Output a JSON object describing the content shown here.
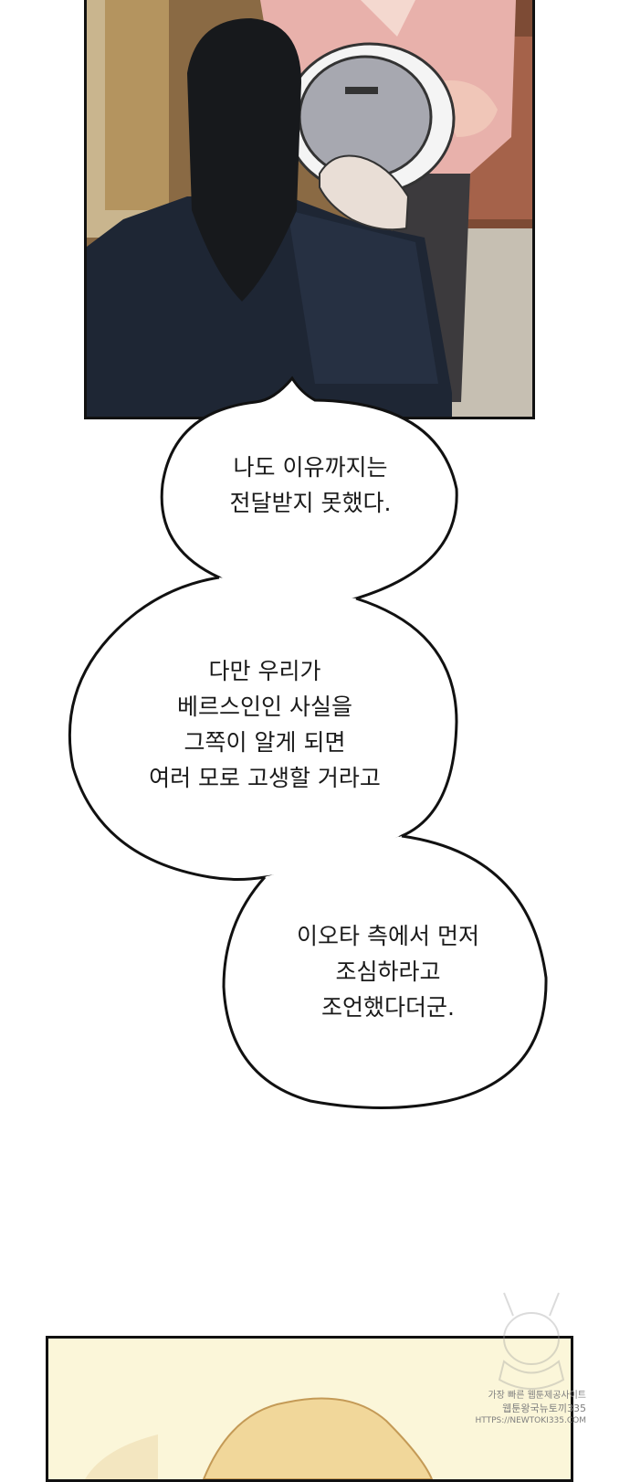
{
  "bubbles": [
    {
      "lines": [
        "나도 이유까지는",
        "전달받지 못했다."
      ]
    },
    {
      "lines": [
        "다만 우리가",
        "베르스인인 사실을",
        "그쪽이 알게 되면",
        "여러 모로 고생할 거라고"
      ]
    },
    {
      "lines": [
        "이오타 측에서 먼저",
        "조심하라고",
        "조언했다더군."
      ]
    }
  ],
  "watermark": {
    "line1": "가장 빠른 웹툰제공사이트",
    "line2": "웹툰왕국뉴토끼335",
    "line3": "HTTPS://NEWTOKI335.COM"
  },
  "colors": {
    "bubble_fill": "#ffffff",
    "bubble_stroke": "#111111",
    "hair": "#17191c",
    "jacket": "#1e2634",
    "sweater": "#eab3ae",
    "wall": "#b98f5a",
    "blonde": "#f1d79a"
  }
}
